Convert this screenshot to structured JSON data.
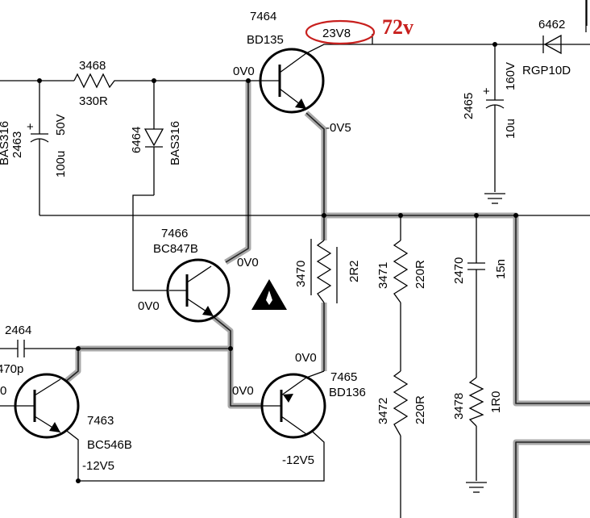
{
  "labels": {
    "q7464_ref": "7464",
    "q7464_type": "BD135",
    "q7464_collector_v": "23V8",
    "q7464_measured": "72v",
    "q7464_base_v": "0V0",
    "q7464_emitter_v": "-0V5",
    "d6462_ref": "6462",
    "d6462_type": "RGP10D",
    "c2465_ref": "2465",
    "c2465_v": "160V",
    "c2465_val": "10u",
    "r3468_ref": "3468",
    "r3468_val": "330R",
    "c2463_v": "50V",
    "c2463_val": "100u",
    "c2463_ref": "2463",
    "bas316_left": "BAS316",
    "d6464_ref": "6464",
    "d6464_type": "BAS316",
    "q7466_ref": "7466",
    "q7466_type": "BC847B",
    "q7466_collector_v": "0V0",
    "q7466_base_v": "0V0",
    "r3470_ref": "3470",
    "r3470_val": "2R2",
    "r3471_ref": "3471",
    "r3471_val": "220R",
    "c2470_ref": "2470",
    "c2470_val": "15n",
    "c2464_ref": "2464",
    "c2464_val": "470p",
    "left_v": "0",
    "q7465_collector_v": "0V0",
    "q7465_ref": "7465",
    "q7465_type": "BD136",
    "q7465_base_v": "0V0",
    "q7465_emitter_v": "-12V5",
    "q7463_ref": "7463",
    "q7463_type": "BC546B",
    "q7463_emitter_v": "-12V5",
    "r3472_ref": "3472",
    "r3472_val": "220R",
    "r3478_ref": "3478",
    "r3478_val": "1R0"
  },
  "colors": {
    "wire": "#000000",
    "highlight": "#a8a8a8",
    "annotation": "#c8201e"
  },
  "icons": {
    "warning": "warning-triangle-icon",
    "ground": "ground-icon"
  }
}
